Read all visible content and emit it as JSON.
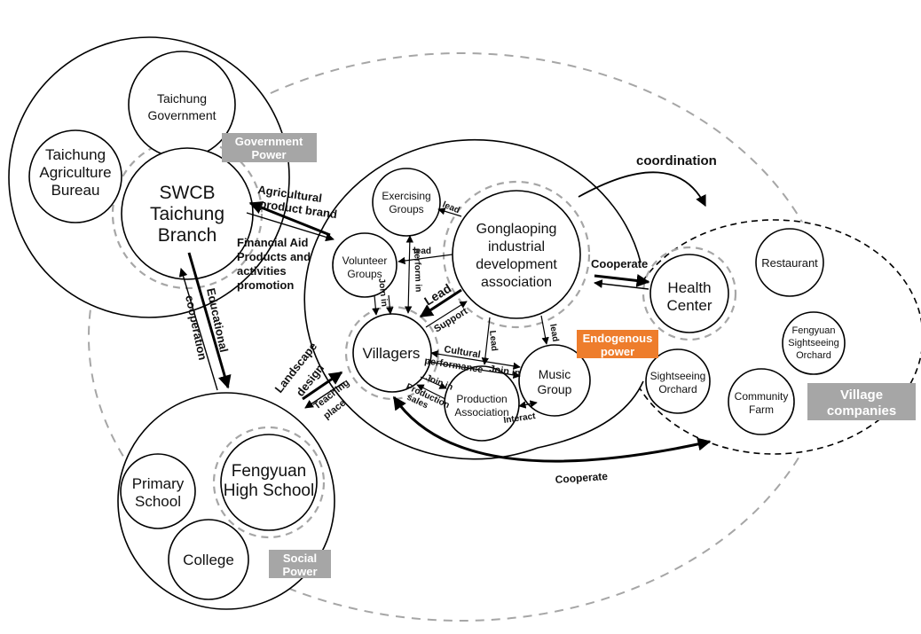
{
  "nodes": {
    "taichung_government": [
      "Taichung",
      "Government"
    ],
    "taichung_agriculture_bureau": [
      "Taichung",
      "Agriculture",
      "Bureau"
    ],
    "swcb_taichung_branch": [
      "SWCB",
      "Taichung",
      "Branch"
    ],
    "exercising_groups": [
      "Exercising",
      "Groups"
    ],
    "gonglaoping_association": [
      "Gonglaoping",
      "industrial",
      "development",
      "association"
    ],
    "volunteer_groups": [
      "Volunteer",
      "Groups"
    ],
    "villagers": [
      "Villagers"
    ],
    "production_association": [
      "Production",
      "Association"
    ],
    "music_group": [
      "Music",
      "Group"
    ],
    "health_center": [
      "Health",
      "Center"
    ],
    "restaurant": [
      "Restaurant"
    ],
    "fengyuan_sightseeing_orchard": [
      "Fengyuan",
      "Sightseeing",
      "Orchard"
    ],
    "sightseeing_orchard": [
      "Sightseeing",
      "Orchard"
    ],
    "community_farm": [
      "Community",
      "Farm"
    ],
    "primary_school": [
      "Primary",
      "School"
    ],
    "fengyuan_high_school": [
      "Fengyuan",
      "High School"
    ],
    "college": [
      "College"
    ]
  },
  "badges": {
    "government_power": [
      "Government",
      "Power"
    ],
    "social_power": [
      "Social",
      "Power"
    ],
    "village_companies": [
      "Village",
      "companies"
    ],
    "endogenous_power": [
      "Endogenous",
      "power"
    ]
  },
  "edges": {
    "coordination": "coordination",
    "agricultural_product_brand": [
      "Agricultural",
      "product brand"
    ],
    "financial_aid": [
      "Financial Aid",
      "Products and",
      "activities",
      "promotion"
    ],
    "cooperate_health": "Cooperate",
    "educational": "Educational",
    "cooperation": "cooperation",
    "landscape_design": [
      "Landscape",
      "design"
    ],
    "teaching_place": [
      "Teaching",
      "place"
    ],
    "cooperate_bottom": "Cooperate",
    "lead_exercising": "lead",
    "lead_volunteer": "lead",
    "lead_villagers": "Lead",
    "support": "Support",
    "lead_production": "Lead",
    "lead_music": "lead",
    "perform_in": "perform in",
    "join_in_volunteer": "Join in",
    "cultural_performance": [
      "Cultural",
      "performance"
    ],
    "join_in_music": "Join in",
    "join_in_production": "Join in",
    "production_sales": [
      "Production",
      "sales"
    ],
    "interact": "Interact"
  },
  "colors": {
    "badge_gray": "#a6a6a6",
    "badge_orange": "#ee7d2c",
    "stroke": "#000000",
    "dashed_gray": "#a6a6a6"
  }
}
